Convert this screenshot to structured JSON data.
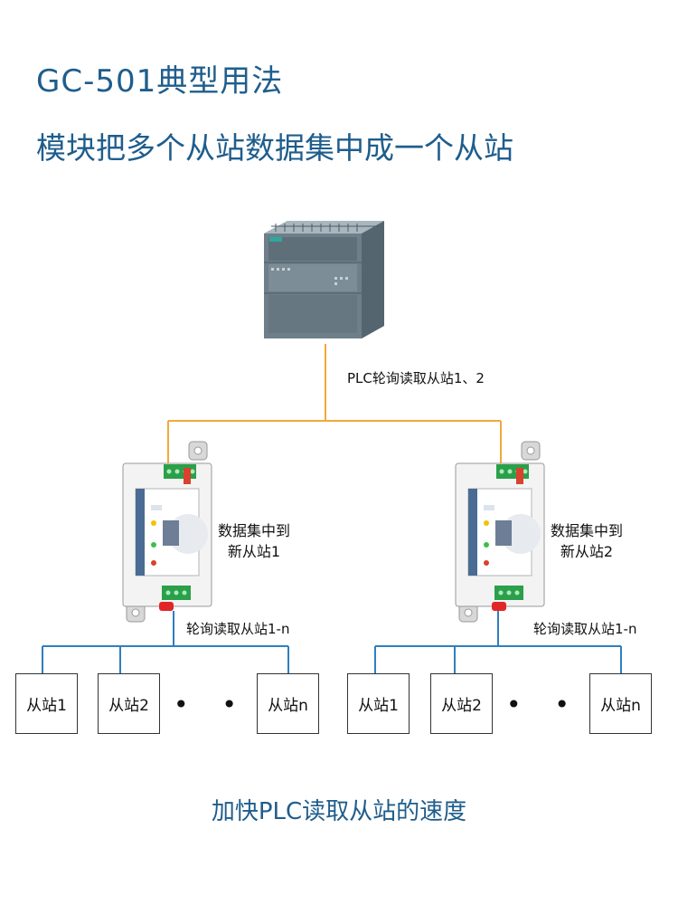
{
  "title": "GC-501典型用法",
  "subtitle": "模块把多个从站数据集中成一个从站",
  "plc_link_label": "PLC轮询读取从站1、2",
  "modules": [
    {
      "label_line1": "数据集中到",
      "label_line2": "新从站1",
      "poll_label": "轮询读取从站1-n",
      "stations": [
        "从站1",
        "从站2",
        "从站n"
      ],
      "ellipsis": "• • •"
    },
    {
      "label_line1": "数据集中到",
      "label_line2": "新从站2",
      "poll_label": "轮询读取从站1-n",
      "stations": [
        "从站1",
        "从站2",
        "从站n"
      ],
      "ellipsis": "• • •"
    }
  ],
  "footer": "加快PLC读取从站的速度",
  "colors": {
    "heading": "#1f5d8c",
    "plc_bus": "#f2a93b",
    "rs485_bus": "#2f7fbf",
    "plc_body": "#6e7f8a"
  }
}
